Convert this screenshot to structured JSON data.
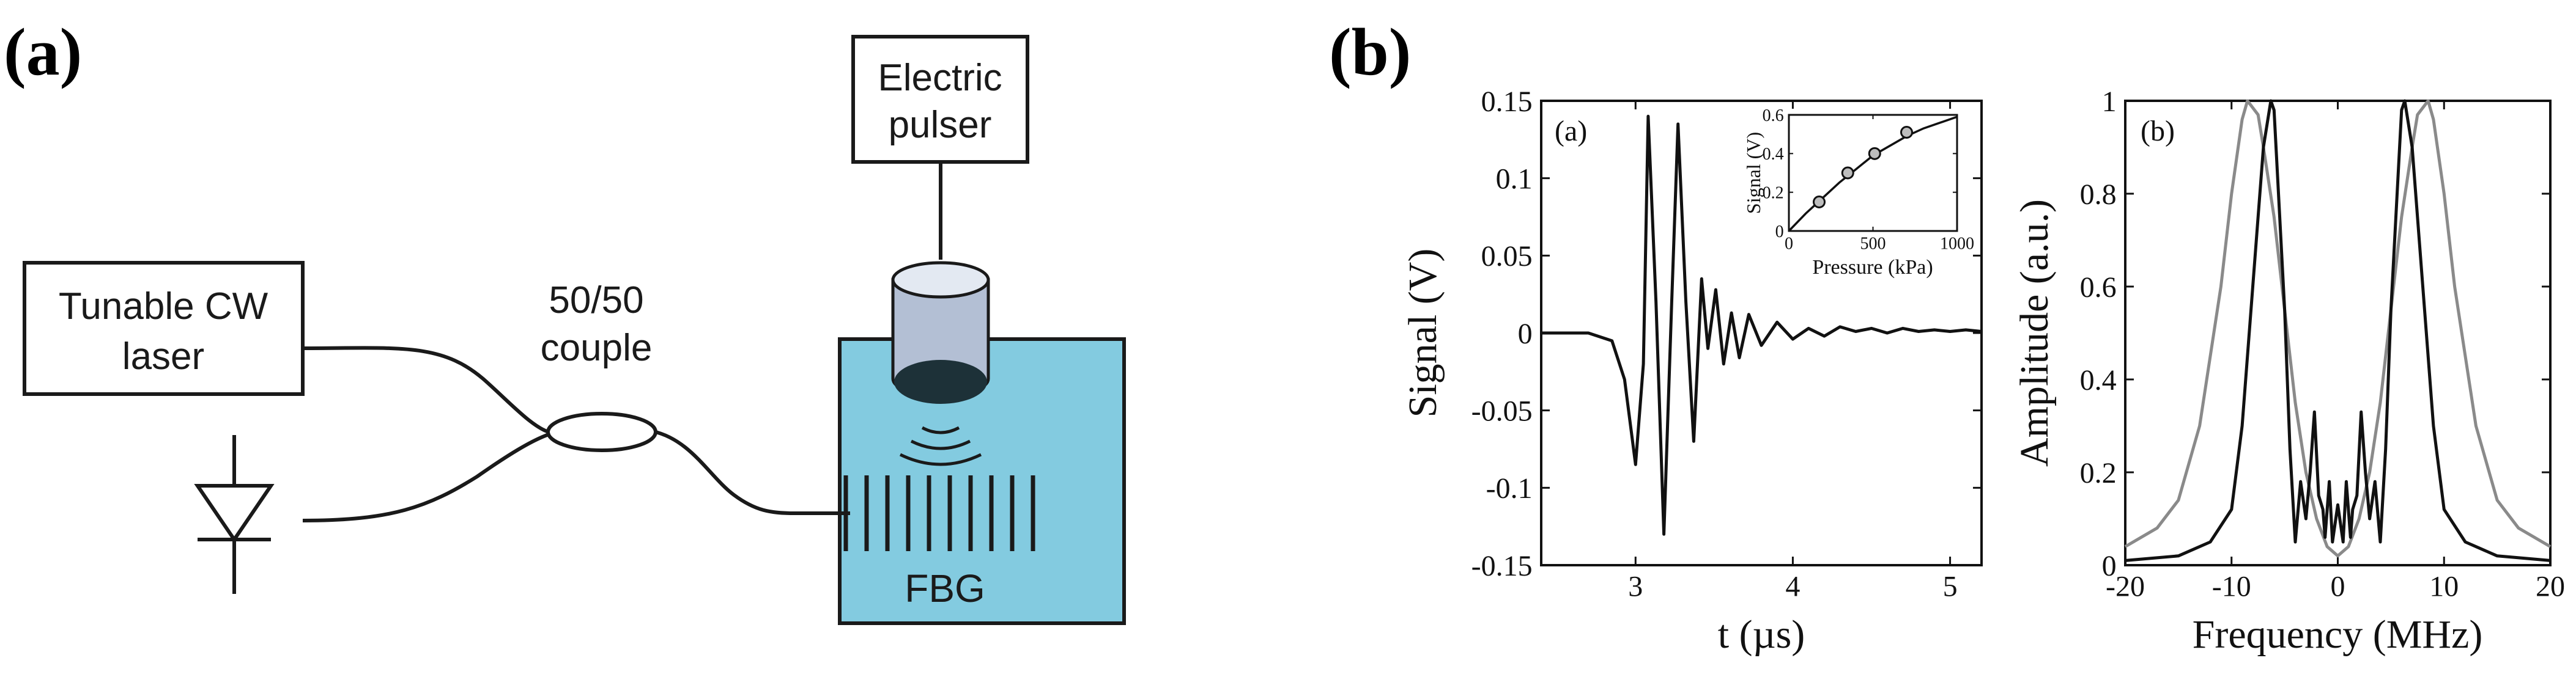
{
  "panel_a": {
    "label": "(a)",
    "pulser_label": [
      "Electric",
      "pulser"
    ],
    "laser_label": [
      "Tunable CW",
      "laser"
    ],
    "coupler_label": [
      "50/50",
      "couple"
    ],
    "fbg_label": "FBG",
    "colors": {
      "water": "#83cbe0",
      "transducer_body": "#b3bfd4",
      "transducer_face": "#1d3138",
      "ink": "#1a1a1a"
    }
  },
  "panel_b": {
    "label": "(b)",
    "colors": {
      "series_dark": "#111111",
      "series_light": "#8a8a8a"
    }
  },
  "chart_data": [
    {
      "id": "time-signal",
      "type": "line",
      "panel_label": "(a)",
      "xlabel": "t (µs)",
      "ylabel": "Signal (V)",
      "xlim": [
        2.4,
        5.2
      ],
      "ylim": [
        -0.15,
        0.15
      ],
      "xticks": [
        3,
        4,
        5
      ],
      "yticks": [
        -0.15,
        -0.1,
        -0.05,
        0,
        0.05,
        0.1,
        0.15
      ],
      "ytick_labels": [
        "-0.15",
        "-0.1",
        "-0.05",
        "0",
        "0.05",
        "0.1",
        "0.15"
      ],
      "x": [
        2.4,
        2.7,
        2.85,
        2.93,
        3.0,
        3.05,
        3.08,
        3.13,
        3.18,
        3.23,
        3.27,
        3.32,
        3.37,
        3.42,
        3.46,
        3.51,
        3.56,
        3.61,
        3.66,
        3.72,
        3.8,
        3.9,
        4.0,
        4.1,
        4.2,
        4.3,
        4.4,
        4.5,
        4.6,
        4.7,
        4.8,
        4.9,
        5.0,
        5.1,
        5.2
      ],
      "y": [
        0.0,
        0.0,
        -0.005,
        -0.03,
        -0.085,
        -0.02,
        0.14,
        0.02,
        -0.13,
        0.02,
        0.135,
        0.02,
        -0.07,
        0.035,
        -0.01,
        0.028,
        -0.02,
        0.013,
        -0.016,
        0.012,
        -0.008,
        0.007,
        -0.004,
        0.003,
        -0.002,
        0.004,
        0.001,
        0.003,
        0.0,
        0.003,
        0.001,
        0.002,
        0.001,
        0.002,
        0.001
      ]
    },
    {
      "id": "inset-pressure",
      "type": "line",
      "xlabel": "Pressure (kPa)",
      "ylabel": "Signal (V)",
      "xlim": [
        0,
        1000
      ],
      "ylim": [
        0,
        0.6
      ],
      "xticks": [
        0,
        500,
        1000
      ],
      "yticks": [
        0,
        0.2,
        0.4,
        0.6
      ],
      "ytick_labels": [
        "0",
        "0.2",
        "0.4",
        "0.6"
      ],
      "fit": {
        "x": [
          0,
          100,
          200,
          300,
          400,
          500,
          600,
          700,
          800,
          900,
          1000
        ],
        "y": [
          0.0,
          0.09,
          0.17,
          0.25,
          0.32,
          0.39,
          0.44,
          0.49,
          0.53,
          0.56,
          0.59
        ]
      },
      "points": {
        "x": [
          180,
          350,
          510,
          700
        ],
        "y": [
          0.15,
          0.3,
          0.4,
          0.51
        ]
      }
    },
    {
      "id": "spectrum",
      "type": "line",
      "panel_label": "(b)",
      "xlabel": "Frequency (MHz)",
      "ylabel": "Amplitude (a.u.)",
      "xlim": [
        -20,
        20
      ],
      "ylim": [
        0,
        1
      ],
      "xticks": [
        -20,
        -10,
        0,
        10,
        20
      ],
      "yticks": [
        0,
        0.2,
        0.4,
        0.6,
        0.8,
        1
      ],
      "ytick_labels": [
        "0",
        "0.2",
        "0.4",
        "0.6",
        "0.8",
        "1"
      ],
      "series": [
        {
          "style": "light",
          "x": [
            -20,
            -17,
            -15,
            -13,
            -11,
            -10,
            -9,
            -8.5,
            -7.5,
            -7,
            -6,
            -5,
            -4,
            -3,
            -2,
            -1,
            0,
            1,
            2,
            3,
            4,
            5,
            6,
            7,
            7.5,
            8.5,
            9,
            10,
            11,
            13,
            15,
            17,
            20
          ],
          "y": [
            0.04,
            0.08,
            0.14,
            0.3,
            0.6,
            0.8,
            0.96,
            1.0,
            0.97,
            0.9,
            0.75,
            0.55,
            0.35,
            0.2,
            0.1,
            0.04,
            0.02,
            0.04,
            0.1,
            0.2,
            0.35,
            0.55,
            0.75,
            0.9,
            0.97,
            1.0,
            0.96,
            0.8,
            0.6,
            0.3,
            0.14,
            0.08,
            0.04
          ]
        },
        {
          "style": "dark",
          "x": [
            -20,
            -15,
            -12,
            -10,
            -9,
            -8,
            -7,
            -6.3,
            -6,
            -5,
            -4.5,
            -4,
            -3.5,
            -3,
            -2.6,
            -2.2,
            -1.8,
            -1.4,
            -1.2,
            -0.8,
            -0.5,
            0,
            0.5,
            0.8,
            1.2,
            1.4,
            1.8,
            2.2,
            2.6,
            3,
            3.5,
            4,
            4.5,
            5,
            6,
            6.3,
            7,
            8,
            9,
            10,
            12,
            15,
            20
          ],
          "y": [
            0.01,
            0.02,
            0.05,
            0.12,
            0.3,
            0.6,
            0.9,
            1.0,
            0.98,
            0.55,
            0.25,
            0.05,
            0.18,
            0.1,
            0.2,
            0.33,
            0.15,
            0.12,
            0.06,
            0.18,
            0.05,
            0.13,
            0.05,
            0.18,
            0.06,
            0.12,
            0.15,
            0.33,
            0.2,
            0.1,
            0.18,
            0.05,
            0.25,
            0.55,
            0.98,
            1.0,
            0.9,
            0.6,
            0.3,
            0.12,
            0.05,
            0.02,
            0.01
          ]
        }
      ]
    }
  ]
}
